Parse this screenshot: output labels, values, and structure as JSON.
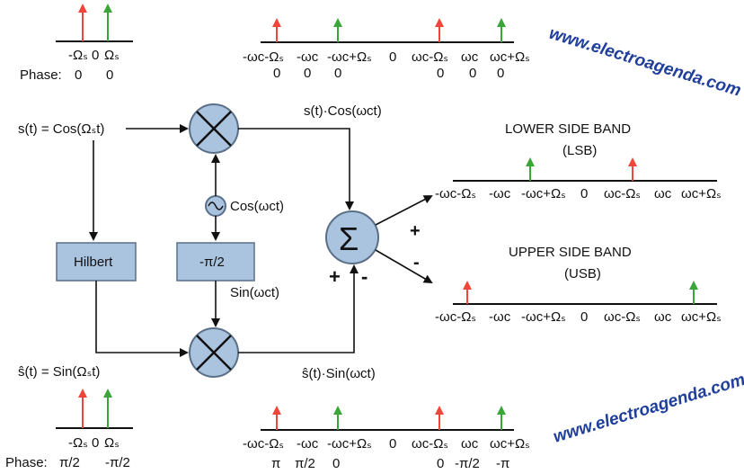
{
  "watermark": "www.electroagenda.com",
  "signals": {
    "input": "s(t) = Cos(Ωₛt)",
    "hilbert_out": "ŝ(t) = Sin(Ωₛt)",
    "upper_product": "s(t)·Cos(ωᴄt)",
    "lower_product": "ŝ(t)·Sin(ωᴄt)",
    "oscillator": "Cos(ωᴄt)",
    "shifted_oscillator": "Sin(ωᴄt)"
  },
  "blocks": {
    "hilbert": "Hilbert",
    "phase_shift": "-π/2",
    "summer": "Σ"
  },
  "signs": {
    "left_plus": "+",
    "bottom_minus": "-",
    "out_plus": "+",
    "out_minus": "-"
  },
  "outputs": {
    "lsb_title": "LOWER SIDE BAND",
    "lsb_abbr": "(LSB)",
    "usb_title": "UPPER SIDE BAND",
    "usb_abbr": "(USB)"
  },
  "spectra": {
    "phase_prefix": "Phase:",
    "top_small": {
      "freqs": [
        "-Ωₛ",
        "0",
        "Ωₛ"
      ],
      "phases": [
        "0",
        "0"
      ]
    },
    "bottom_small": {
      "freqs": [
        "-Ωₛ",
        "0",
        "Ωₛ"
      ],
      "phases": [
        "π/2",
        "-π/2"
      ]
    },
    "axis_labels": [
      "-ωᴄ-Ωₛ",
      "-ωᴄ",
      "-ωᴄ+Ωₛ",
      "0",
      "ωᴄ-Ωₛ",
      "ωᴄ",
      "ωᴄ+Ωₛ"
    ],
    "top_wide_phases": [
      "0",
      "0",
      "0",
      "0",
      "0",
      "0"
    ],
    "bottom_wide_phases": [
      "π",
      "π/2",
      "0",
      "0",
      "-π/2",
      "-π"
    ]
  },
  "colors": {
    "red_arrow": "#f0453a",
    "green_arrow": "#3aa63a",
    "block_fill": "#aac3de",
    "block_stroke": "#5a6f88",
    "watermark": "#1f3f9a"
  }
}
